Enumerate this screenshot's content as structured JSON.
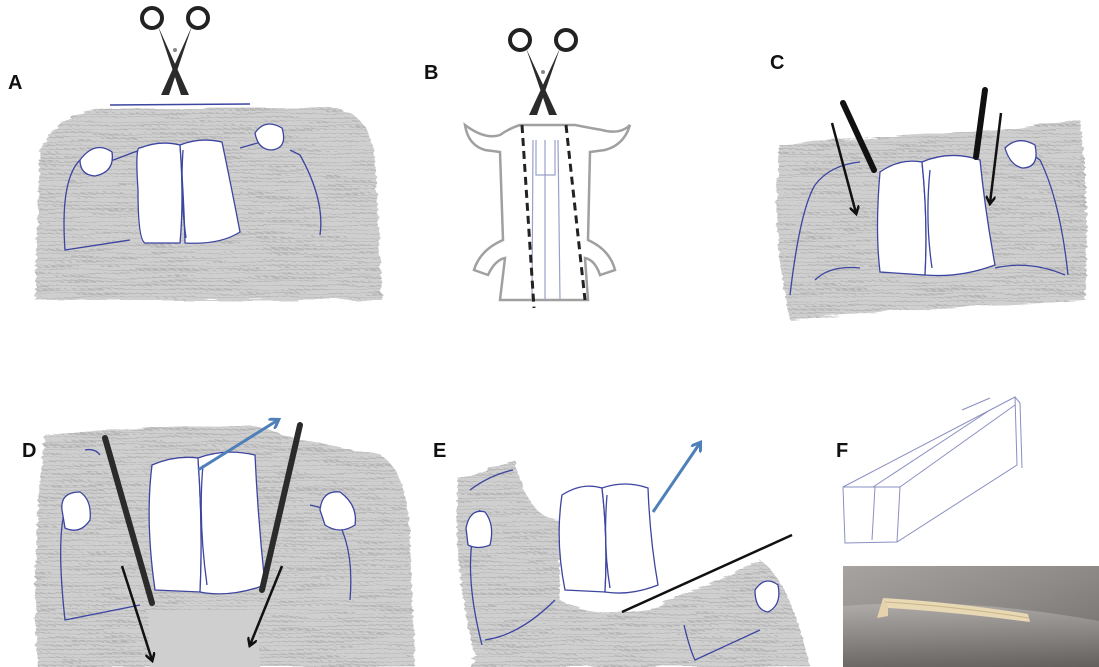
{
  "panels": {
    "A": "A",
    "B": "B",
    "C": "C",
    "D": "D",
    "E": "E",
    "F": "F"
  },
  "colors": {
    "tissue": "#c9c9c9",
    "outline": "#3c45a0",
    "arrow_black": "#111111",
    "arrow_blue": "#4f7fb8",
    "cut_line": "#222222",
    "photo_bg": "#8e8a87",
    "photo_strip": "#e8d8b4"
  },
  "icons": [
    "scissors-icon",
    "scissors-icon"
  ]
}
